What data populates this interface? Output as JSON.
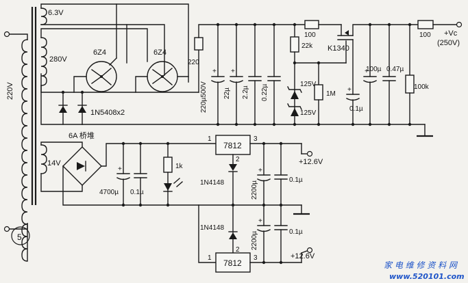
{
  "labels": {
    "heater_voltage": "6.3V",
    "secondary_voltage": "280V",
    "primary_voltage": "220V",
    "tube1": "6Z4",
    "tube2": "6Z4",
    "diodes": "1N5408x2",
    "resistor_220": "220",
    "cap_220u": "220µ500V",
    "cap_22u_a": "22µ",
    "cap_2_2u": "2.2µ",
    "cap_0_22u": "0.22µ",
    "res_100_a": "100",
    "res_22k": "22k",
    "mosfet": "K1340",
    "zener_125_a": "125V",
    "zener_125_b": "125V",
    "res_1m": "1M",
    "cap_0_1u_hv": "0.1µ",
    "cap_100u": "100µ",
    "cap_0_47u": "0.47µ",
    "res_100k": "100k",
    "res_100_b": "100",
    "vc_label": "+Vc",
    "vc_value": "(250V)",
    "bridge": "6A 桥堆",
    "low_voltage": "14V",
    "cap_4700u": "4700µ",
    "cap_0_1u_low": "0.1µ",
    "res_1k": "1k",
    "reg_top": "7812",
    "reg_bottom": "7812",
    "reg_top_pin1": "1",
    "reg_top_pin3": "3",
    "reg_top_pin2": "2",
    "reg_bot_pin1": "1",
    "reg_bot_pin3": "3",
    "reg_bot_pin2": "2",
    "diode_top": "1N4148",
    "diode_bottom": "1N4148",
    "cap_2200u_top": "2200µ",
    "cap_2200u_bottom": "2200µ",
    "cap_0_1u_top": "0.1µ",
    "cap_0_1u_bottom": "0.1µ",
    "out_top": "+12.6V",
    "out_bottom": "+12.6V",
    "figure_number": "5"
  },
  "watermark": {
    "line1": "家 电 维 修 资 料 网",
    "line2": "www.520101.com"
  }
}
